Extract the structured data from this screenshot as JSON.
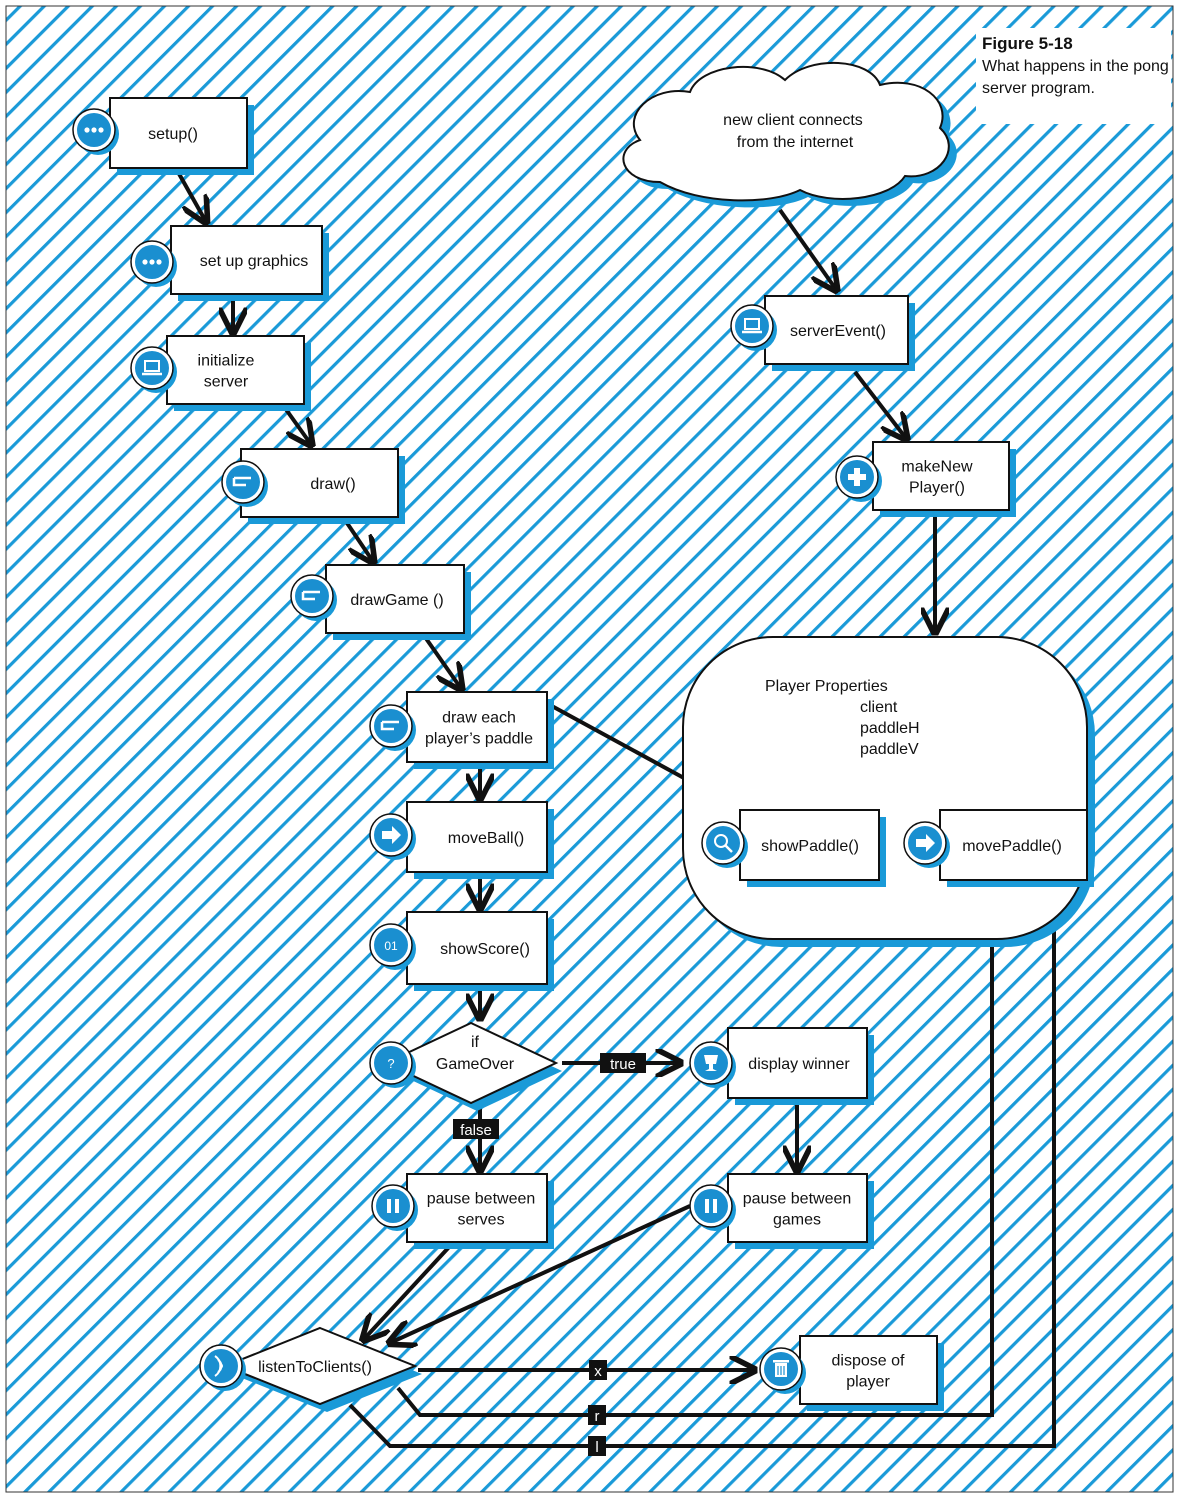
{
  "caption": {
    "figure": "Figure 5-18",
    "text": "What happens in the pong server program."
  },
  "colors": {
    "hatch": "#1a9ad8",
    "shadow": "#1a9ad8",
    "icon": "#1a8fd0",
    "box_fill": "#ffffff",
    "line": "#111111"
  },
  "nodes": {
    "cloud": [
      "new client connects",
      "from the internet"
    ],
    "setup": [
      "setup()"
    ],
    "setup_graphics": [
      "set up graphics"
    ],
    "init_server": [
      "initialize",
      "server"
    ],
    "draw": [
      "draw()"
    ],
    "draw_game": [
      "drawGame ()"
    ],
    "draw_paddle": [
      "draw each",
      "player’s paddle"
    ],
    "move_ball": [
      "moveBall()"
    ],
    "show_score": [
      "showScore()"
    ],
    "game_over": [
      "if",
      "GameOver"
    ],
    "display_winner": [
      "display winner"
    ],
    "pause_serves": [
      "pause between",
      "serves"
    ],
    "pause_games": [
      "pause between",
      "games"
    ],
    "listen": [
      "listenToClients()"
    ],
    "dispose": [
      "dispose of",
      "player"
    ],
    "server_event": [
      "serverEvent()"
    ],
    "make_player": [
      "makeNew",
      "Player()"
    ],
    "show_paddle": [
      "showPaddle()"
    ],
    "move_paddle": [
      "movePaddle()"
    ]
  },
  "player_properties": {
    "title": "Player Properties",
    "fields": [
      "client",
      "paddleH",
      "paddleV"
    ]
  },
  "edge_labels": {
    "true": "true",
    "false": "false",
    "x": "x",
    "r": "r",
    "l": "l"
  },
  "icons": {
    "setup": "ellipsis-icon",
    "setup_graphics": "ellipsis-icon",
    "init_server": "laptop-icon",
    "draw": "pen-icon",
    "draw_game": "pen-icon",
    "draw_paddle": "pen-icon",
    "move_ball": "arrow-right-icon",
    "show_score": "binary-icon",
    "game_over": "question-icon",
    "display_winner": "trophy-icon",
    "pause_serves": "pause-icon",
    "pause_games": "pause-icon",
    "listen": "signal-icon",
    "dispose": "trash-icon",
    "server_event": "laptop-icon",
    "make_player": "plus-icon",
    "show_paddle": "magnifier-icon",
    "move_paddle": "arrow-right-icon"
  },
  "icon_text": {
    "show_score": "01",
    "game_over": "?"
  }
}
